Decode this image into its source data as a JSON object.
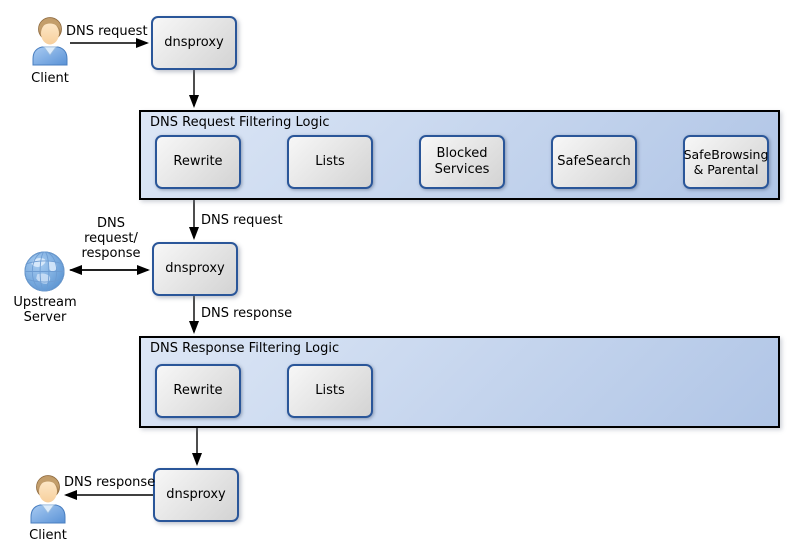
{
  "colors": {
    "node_border": "#2a5699",
    "node_fill_top": "#f7f7f7",
    "node_fill_bottom": "#d3d3d3",
    "container_border": "#000000",
    "container_fill_top": "#dde7f6",
    "container_fill_bottom": "#b0c5e6",
    "arrow": "#000000",
    "text": "#000000"
  },
  "icons": {
    "client_top": "person-icon",
    "upstream": "globe-icon",
    "client_bottom": "person-icon"
  },
  "nodes": {
    "client_top": "Client",
    "proxy1": "dnsproxy",
    "proxy2": "dnsproxy",
    "proxy3": "dnsproxy",
    "upstream": "Upstream Server",
    "client_bottom": "Client"
  },
  "request_logic": {
    "title": "DNS Request Filtering Logic",
    "boxes": [
      "Rewrite",
      "Lists",
      "Blocked Services",
      "SafeSearch",
      "SafeBrowsing & Parental"
    ]
  },
  "response_logic": {
    "title": "DNS Response Filtering Logic",
    "boxes": [
      "Rewrite",
      "Lists"
    ]
  },
  "edge_labels": {
    "client_to_proxy1": "DNS request",
    "logic_to_proxy2": "DNS request",
    "upstream_proxy2": "DNS request/ response",
    "proxy2_to_logic": "DNS response",
    "proxy3_to_client": "DNS response"
  }
}
